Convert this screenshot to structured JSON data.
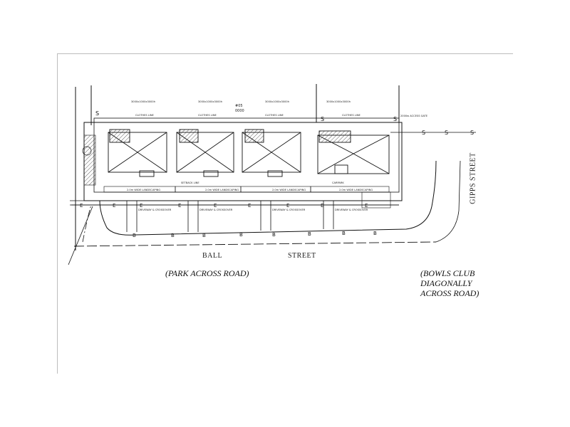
{
  "plan": {
    "lot_number": "#05",
    "lot_area": "0000",
    "tank_labels": [
      "3000x1000x3000h",
      "3000x1000x3000h",
      "3000x1000x3000h",
      "3000x1000x3000h"
    ],
    "clothes_line_labels": [
      "CLOTHES LINE",
      "CLOTHES LINE",
      "CLOTHES LINE",
      "CLOTHES LINE"
    ],
    "landscaping_labels": [
      "2.0m WIDE LANDSCAPING",
      "2.0m WIDE LANDSCAPING",
      "2.0m WIDE LANDSCAPING",
      "2.0m WIDE LANDSCAPING"
    ],
    "driveway_labels": [
      "DRIVEWAY & CROSSOVER",
      "DRIVEWAY & CROSSOVER",
      "DRIVEWAY & CROSSOVER",
      "DRIVEWAY & CROSSOVER"
    ],
    "setback_label": "SETBACK LINE",
    "carpark_label": "CARPARK",
    "access_gate_label": "2000w ACCESS GATE"
  },
  "streets": {
    "ball_left": "BALL",
    "ball_right": "STREET",
    "gipps": "GIPPS    STREET"
  },
  "notes": {
    "park": "(PARK ACROSS ROAD)",
    "bowls_line1": "(BOWLS CLUB",
    "bowls_line2": "DIAGONALLY",
    "bowls_line3": "ACROSS ROAD)"
  }
}
